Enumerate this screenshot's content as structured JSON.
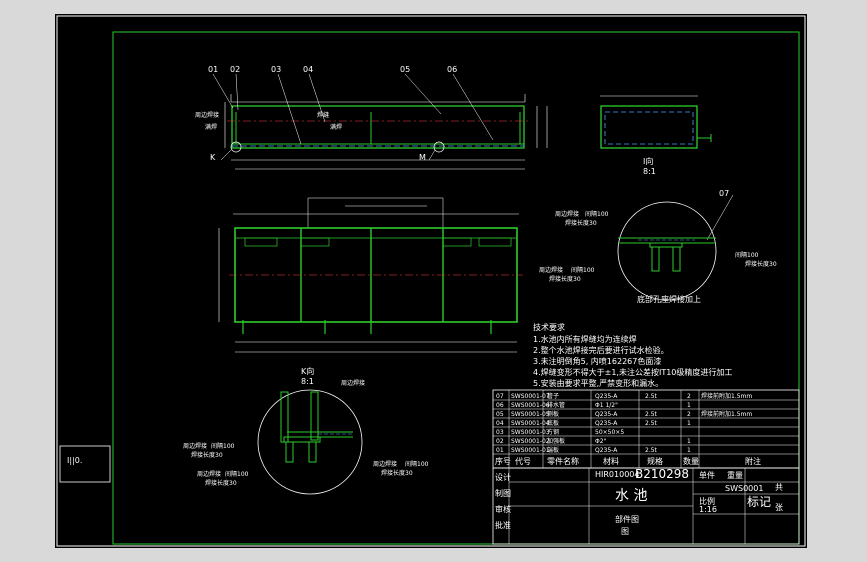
{
  "labels": {
    "part_numbers": [
      "01",
      "02",
      "03",
      "04",
      "05",
      "06",
      "07"
    ],
    "side_notes": [
      "I||0."
    ],
    "view_k": "K",
    "view_m": "M",
    "detail1_title": "I向",
    "detail1_scale": "8:1",
    "detail2_title": "K向",
    "detail2_scale": "8:1",
    "detail_note": "底部孔座焊接加上",
    "weld_note_a": "焊缝",
    "weld_note_b": "满焊",
    "weld_note_c": "周边焊接",
    "weld_note_d": "间隔100",
    "weld_note_e": "焊接长度30"
  },
  "tech_req": {
    "title": "技术要求",
    "lines": [
      "1.水池内所有焊缝均为连续焊",
      "2.整个水池焊接完后要进行试水检验。",
      "3.未注明倒角5, 内喷162267色面漆",
      "4.焊缝变形不得大于±1,未注公差按IT10级精度进行加工",
      "5.安装由要求平整,严禁变形和漏水。"
    ]
  },
  "bom": {
    "rows": [
      {
        "no": "07",
        "code": "SWS0001-07",
        "name": "管子",
        "material": "Q235-A",
        "spec": "2.5t",
        "qty": "2",
        "note": "焊接前附加1.5mm"
      },
      {
        "no": "06",
        "code": "SWS0001-06",
        "name": "排水管",
        "material": "Φ1 1/2\"",
        "spec": "",
        "qty": "1",
        "note": ""
      },
      {
        "no": "05",
        "code": "SWS0001-05",
        "name": "侧板",
        "material": "Q235-A",
        "spec": "2.5t",
        "qty": "2",
        "note": "焊接前附加1.5mm"
      },
      {
        "no": "04",
        "code": "SWS0001-04",
        "name": "底板",
        "material": "Q235-A",
        "spec": "2.5t",
        "qty": "1",
        "note": ""
      },
      {
        "no": "03",
        "code": "SWS0001-03",
        "name": "方钢",
        "material": "50×50×5",
        "spec": "",
        "qty": "",
        "note": ""
      },
      {
        "no": "02",
        "code": "SWS0001-02",
        "name": "加强板",
        "material": "Φ2\"",
        "spec": "",
        "qty": "1",
        "note": ""
      },
      {
        "no": "01",
        "code": "SWS0001-01",
        "name": "端板",
        "material": "Q235-A",
        "spec": "2.5t",
        "qty": "1",
        "note": ""
      }
    ],
    "header": {
      "no": "序号",
      "code": "代号",
      "name": "零件名称",
      "material": "材料",
      "spec": "规格",
      "qty": "数量",
      "note": "附注"
    }
  },
  "title_block": {
    "left_labels": [
      "设计",
      "制图",
      "审核",
      "批准"
    ],
    "code1": "HIR010004",
    "code2": "B210298",
    "title": "水 池",
    "code3": "SWS0001",
    "scale_label": "比例",
    "scale": "1:16",
    "mark": "标记",
    "sheet": "共",
    "sheet2": "张",
    "drawing_type": "部件图",
    "drawing_sub": "图",
    "weight": "重量",
    "parts": "单件"
  }
}
